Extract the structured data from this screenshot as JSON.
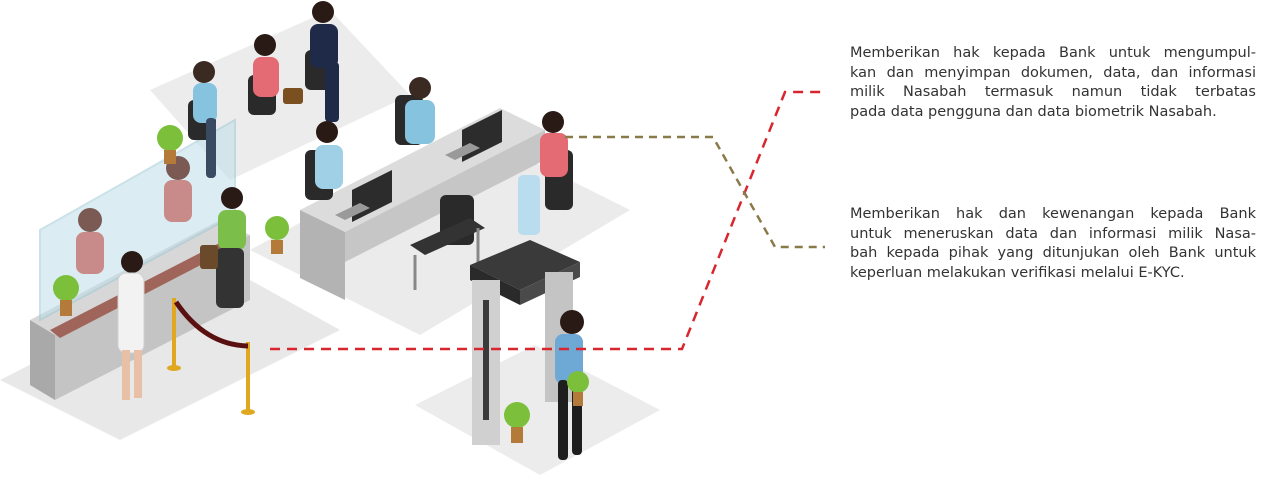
{
  "paragraphs": [
    {
      "lines": [
        "Memberikan hak kepada Bank untuk mengumpul-",
        "kan dan menyimpan dokumen, data, dan informasi",
        "milik Nasabah termasuk namun tidak terbatas",
        "pada data pengguna dan  data biometrik Nasabah."
      ]
    },
    {
      "lines": [
        "Memberikan hak dan kewenangan kepada Bank",
        "untuk meneruskan data dan informasi milik Nasa-",
        "bah kepada pihak yang ditunjukan oleh Bank untuk",
        "keperluan melakukan verifikasi melalui E-KYC."
      ]
    }
  ],
  "colors": {
    "connector_red": "#d9262e",
    "connector_olive": "#8a7a4a",
    "floor": "#e9e9e9",
    "desk_top": "#dcdcdc",
    "desk_side": "#b9b9b9",
    "text": "#333333"
  }
}
